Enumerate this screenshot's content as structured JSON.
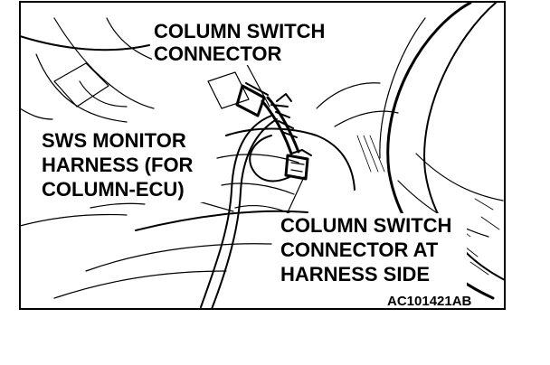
{
  "labels": {
    "column_switch_connector_line1": "COLUMN SWITCH",
    "column_switch_connector_line2": "CONNECTOR",
    "sws_monitor_line1": "SWS MONITOR",
    "sws_monitor_line2": "HARNESS (FOR",
    "sws_monitor_line3": "COLUMN-ECU)",
    "harness_side_line1": "COLUMN SWITCH",
    "harness_side_line2": "CONNECTOR AT",
    "harness_side_line3": "HARNESS SIDE"
  },
  "figure_code": "AC101421AB"
}
